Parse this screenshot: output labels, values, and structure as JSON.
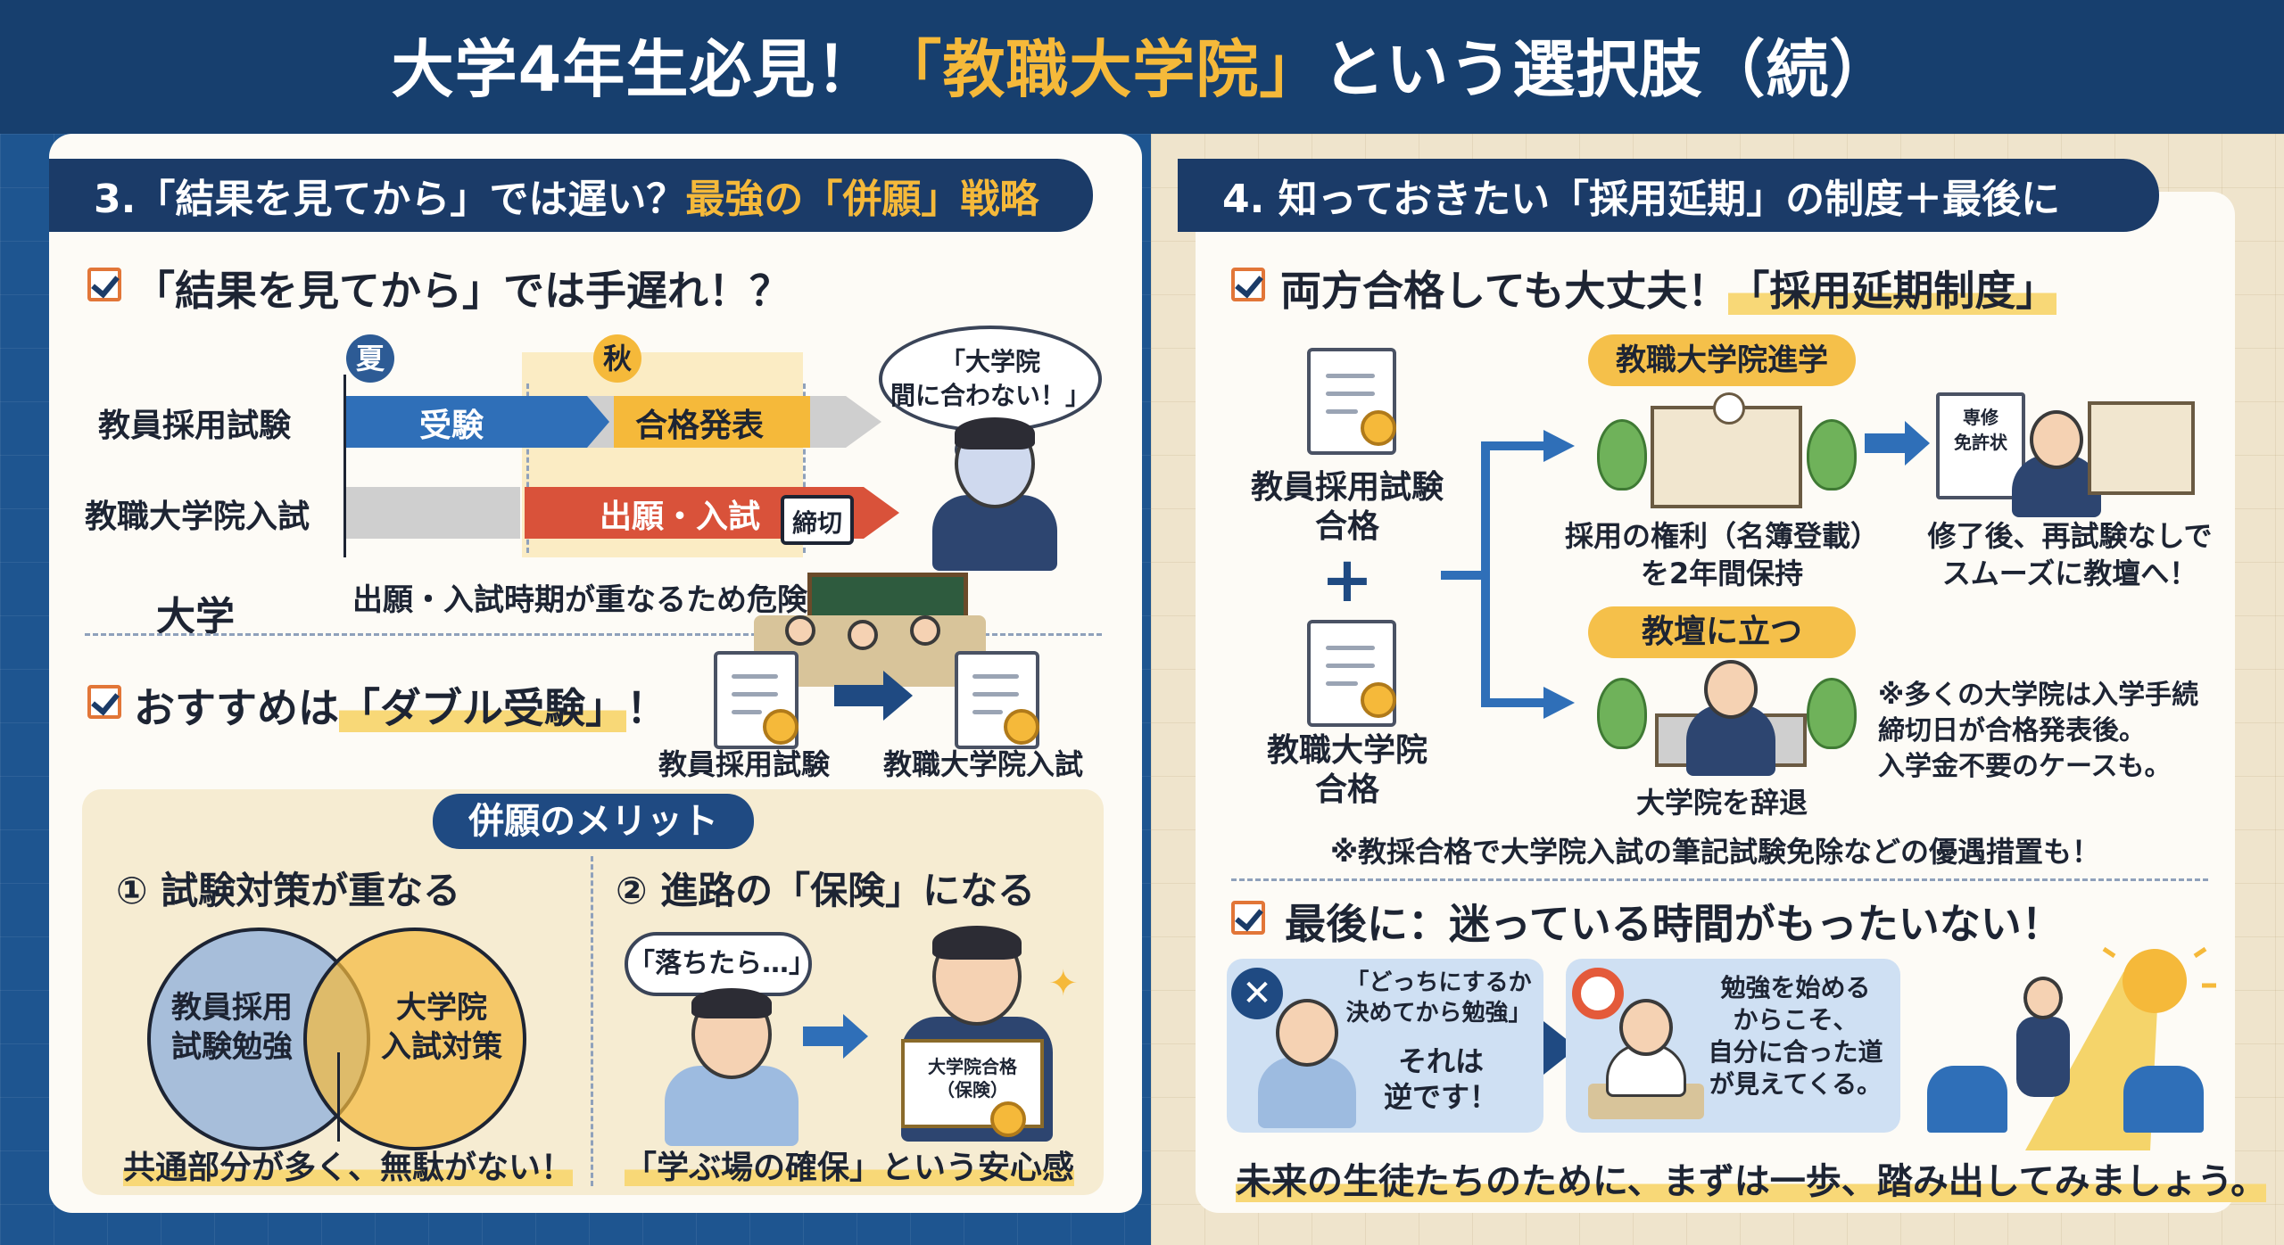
{
  "title": {
    "pre": "大学4年生必見！",
    "highlight": "「教職大学院」",
    "post": "という選択肢（続）"
  },
  "section3": {
    "heading_pre": "3.「結果を見てから」では遅い？",
    "heading_highlight": "最強の「併願」戦略",
    "sub1": "「結果を見てから」では手遅れ！？",
    "season_summer": "夏",
    "season_autumn": "秋",
    "row1_label": "教員採用試験",
    "row1_bar1": "受験",
    "row1_bar2": "合格発表",
    "row2_label": "教職大学院入試",
    "row2_bar": "出願・入試",
    "deadline_tag": "締切",
    "daigaku_label": "大学",
    "danger_note": "出願・入試時期が重なるため危険！",
    "worry_bubble": "「大学院\n間に合わない！」",
    "sub2_pre": "おすすめは",
    "sub2_highlight": "「ダブル受験」",
    "sub2_post": "！",
    "double_exam1": "教員採用試験",
    "double_exam2": "教職大学院入試",
    "merit_title": "併願のメリット",
    "merit1_title": "① 試験対策が重なる",
    "merit1_circle_left": "教員採用\n試験勉強",
    "merit1_circle_right": "大学院\n入試対策",
    "merit1_caption": "共通部分が多く、無駄がない！",
    "merit2_title": "② 進路の「保険」になる",
    "merit2_bubble": "「落ちたら…」",
    "merit2_cert": "大学院合格\n（保険）",
    "merit2_caption": "「学ぶ場の確保」という安心感"
  },
  "section4": {
    "heading": "4. 知っておきたい「採用延期」の制度＋最後に",
    "sub1_pre": "両方合格しても大丈夫！",
    "sub1_highlight": "「採用延期制度」",
    "pass1": "教員採用試験\n合格",
    "plus": "+",
    "pass2": "教職大学院\n合格",
    "route1_pill": "教職大学院進学",
    "route1_caption": "採用の権利（名簿登載）\nを2年間保持",
    "license_label": "専修\n免許状",
    "route1_after": "修了後、再試験なしで\nスムーズに教壇へ！",
    "route2_pill": "教壇に立つ",
    "route2_caption": "大学院を辞退",
    "route2_note": "※多くの大学院は入学手続\n締切日が合格発表後。\n入学金不要のケースも。",
    "bottom_note": "※教採合格で大学院入試の筆記試験免除などの優遇措置も！",
    "sub2": "最後に：迷っている時間がもったいない！",
    "wrong_quote": "「どっちにするか\n決めてから勉強」",
    "wrong_verdict": "それは\n逆です！",
    "right_text": "勉強を始める\nからこそ、\n自分に合った道\nが見えてくる。",
    "closing": "未来の生徒たちのために、まずは一歩、踏み出してみましょう。"
  },
  "colors": {
    "navy": "#1b3b68",
    "gold": "#f5b93a",
    "orange": "#e27638",
    "blue_arrow": "#2f6fb8",
    "red_arrow": "#d9523a"
  }
}
